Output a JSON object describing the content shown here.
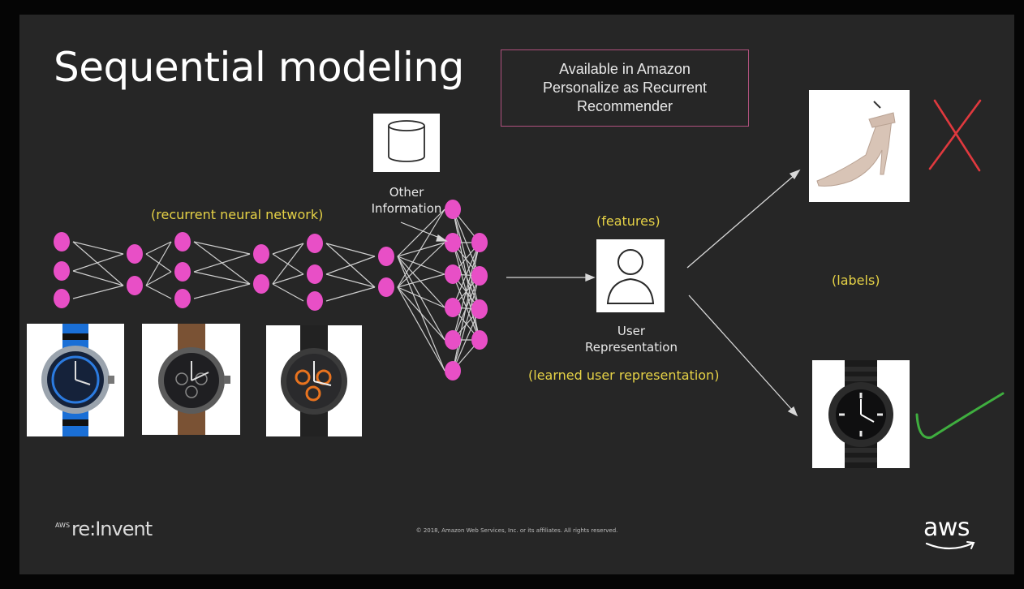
{
  "slide": {
    "title": "Sequential modeling",
    "callout_lines": [
      "Available in Amazon",
      "Personalize as Recurrent",
      "Recommender"
    ],
    "label_rnn": "(recurrent neural network)",
    "label_other_info": [
      "Other",
      "Information"
    ],
    "label_features": "(features)",
    "label_user_rep": [
      "User",
      "Representation"
    ],
    "label_learned": "(learned user representation)",
    "label_labels": "(labels)"
  },
  "footer": {
    "brand_small": "AWS",
    "brand_main": "re:Invent",
    "copyright": "© 2018, Amazon Web Services, Inc. or its affiliates. All rights reserved.",
    "logo_text": "aws"
  },
  "colors": {
    "slide_bg": "#262626",
    "node": "#e84fc6",
    "highlight_yellow": "#e6d246",
    "callout_border": "#b0517e",
    "wrong_mark": "#e0393e",
    "right_mark": "#3fae3f",
    "aws_orange": "#f29a1f"
  },
  "icons": {
    "database": "database-icon",
    "user": "user-icon",
    "wrong": "cross-mark-icon",
    "right": "check-mark-icon"
  }
}
